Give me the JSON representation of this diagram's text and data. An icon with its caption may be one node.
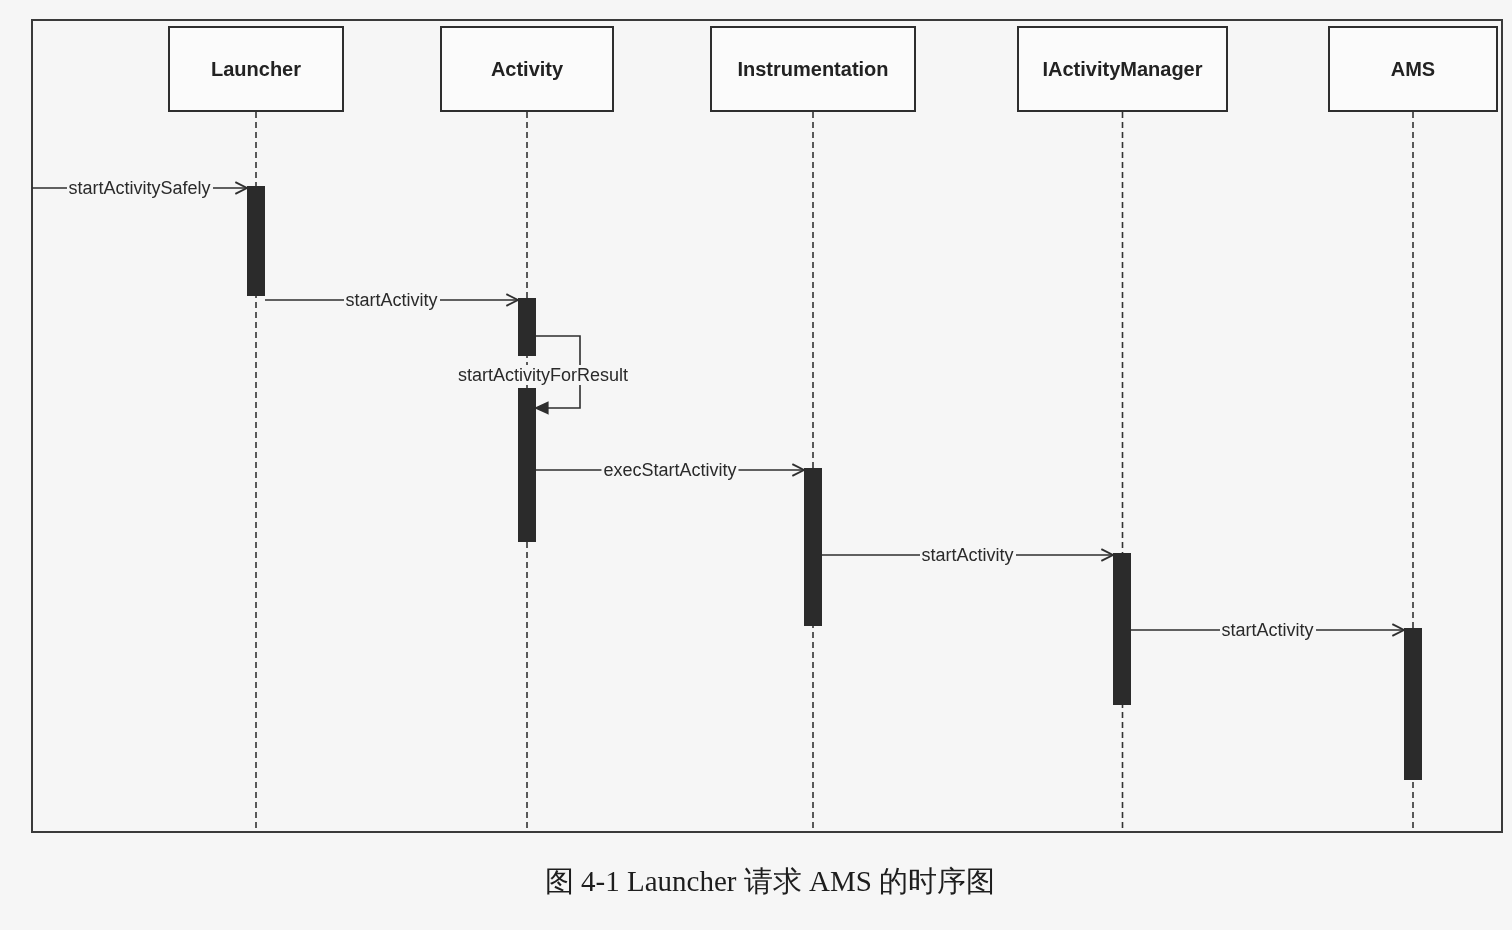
{
  "diagram": {
    "caption": "图 4-1 Launcher 请求 AMS 的时序图",
    "nodes": [
      {
        "text": [
          "Launcher"
        ]
      },
      {
        "text": [
          "Activity"
        ]
      },
      {
        "text": [
          "Instrumentation"
        ]
      },
      {
        "text": [
          "IActivityManager"
        ]
      },
      {
        "text": [
          "AMS"
        ]
      },
      {
        "text": [],
        "shape": "bar"
      },
      {
        "text": [],
        "shape": "bar"
      },
      {
        "text": [],
        "shape": "bar"
      },
      {
        "text": [],
        "shape": "bar"
      },
      {
        "text": [],
        "shape": "bar"
      },
      {
        "text": [],
        "shape": "bar"
      }
    ],
    "edges": [
      {
        "from": null,
        "to": 5,
        "arrow": "to",
        "label": "startActivitySafely"
      },
      {
        "from": 5,
        "to": 6,
        "arrow": "to",
        "label": "startActivity"
      },
      {
        "from": 6,
        "to": 7,
        "arrow": "to",
        "label": "startActivityForResult"
      },
      {
        "from": 7,
        "to": 8,
        "arrow": "to",
        "label": "execStartActivity"
      },
      {
        "from": 8,
        "to": 9,
        "arrow": "to",
        "label": "startActivity"
      },
      {
        "from": 9,
        "to": 10,
        "arrow": "to",
        "label": "startActivity"
      }
    ]
  }
}
